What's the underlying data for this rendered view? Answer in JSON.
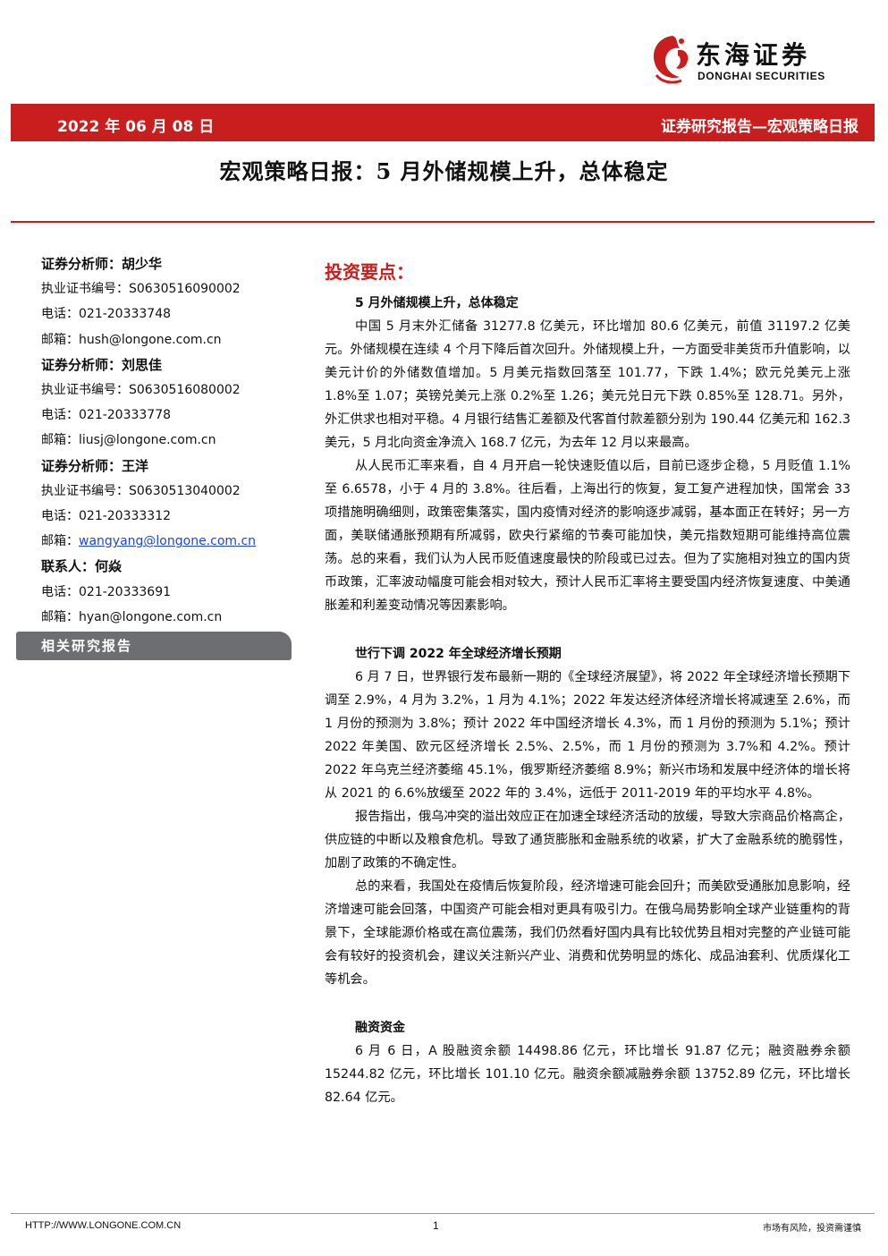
{
  "brand": {
    "name_cn": "东海证券",
    "name_en": "DONGHAI SECURITIES",
    "accent_color": "#c81e1e"
  },
  "header": {
    "date": "2022 年 06 月 08 日",
    "report_type": "证券研究报告—宏观策略日报"
  },
  "title": "宏观策略日报：5 月外储规模上升，总体稳定",
  "sidebar": {
    "analysts": [
      {
        "role": "证券分析师：",
        "name": "胡少华",
        "cert_label": "执业证书编号：",
        "cert": "S0630516090002",
        "phone_label": "电话：",
        "phone": "021-20333748",
        "email_label": "邮箱：",
        "email": "hush@longone.com.cn"
      },
      {
        "role": "证券分析师：",
        "name": "刘思佳",
        "cert_label": "执业证书编号：",
        "cert": "S0630516080002",
        "phone_label": "电话：",
        "phone": "021-20333778",
        "email_label": "邮箱：",
        "email": "liusj@longone.com.cn"
      },
      {
        "role": "证券分析师：",
        "name": "王洋",
        "cert_label": "执业证书编号：",
        "cert": "S0630513040002",
        "phone_label": "电话：",
        "phone": "021-20333312",
        "email_label": "邮箱：",
        "email": "wangyang@longone.com.cn"
      }
    ],
    "contact": {
      "role": "联系人：",
      "name": "何焱",
      "phone_label": "电话：",
      "phone": "021-20333691",
      "email_label": "邮箱：",
      "email": "hyan@longone.com.cn"
    },
    "related_label": "相关研究报告"
  },
  "main": {
    "key_points_heading": "投资要点：",
    "sections": [
      {
        "title": "5 月外储规模上升，总体稳定",
        "paragraphs": [
          "中国 5 月末外汇储备 31277.8 亿美元，环比增加 80.6 亿美元，前值 31197.2 亿美元。外储规模在连续 4 个月下降后首次回升。外储规模上升，一方面受非美货币升值影响，以美元计价的外储数值增加。5 月美元指数回落至 101.77，下跌 1.4%；欧元兑美元上涨 1.8%至 1.07；英镑兑美元上涨 0.2%至 1.26；美元兑日元下跌 0.85%至 128.71。另外，外汇供求也相对平稳。4 月银行结售汇差额及代客首付款差额分别为 190.44 亿美元和 162.3 美元，5 月北向资金净流入 168.7 亿元，为去年 12 月以来最高。",
          "从人民币汇率来看，自 4 月开启一轮快速贬值以后，目前已逐步企稳，5 月贬值 1.1%至 6.6578，小于 4 月的 3.8%。往后看，上海出行的恢复，复工复产进程加快，国常会 33 项措施明确细则，政策密集落实，国内疫情对经济的影响逐步减弱，基本面正在转好；另一方面，美联储通胀预期有所减弱，欧央行紧缩的节奏可能加快，美元指数短期可能维持高位震荡。总的来看，我们认为人民币贬值速度最快的阶段或已过去。但为了实施相对独立的国内货币政策，汇率波动幅度可能会相对较大，预计人民币汇率将主要受国内经济恢复速度、中美通胀差和利差变动情况等因素影响。"
        ]
      },
      {
        "title": "世行下调 2022 年全球经济增长预期",
        "paragraphs": [
          "6 月 7 日，世界银行发布最新一期的《全球经济展望》，将 2022 年全球经济增长预期下调至 2.9%，4 月为 3.2%，1 月为 4.1%；2022 年发达经济体经济增长将减速至 2.6%，而 1 月份的预测为 3.8%；预计 2022 年中国经济增长 4.3%，而 1 月份的预测为 5.1%；预计 2022 年美国、欧元区经济增长 2.5%、2.5%，而 1 月份的预测为 3.7%和 4.2%。预计 2022 年乌克兰经济萎缩 45.1%，俄罗斯经济萎缩 8.9%；新兴市场和发展中经济体的增长将从 2021 的 6.6%放缓至 2022 年的 3.4%，远低于 2011-2019 年的平均水平 4.8%。",
          "报告指出，俄乌冲突的溢出效应正在加速全球经济活动的放缓，导致大宗商品价格高企，供应链的中断以及粮食危机。导致了通货膨胀和金融系统的收紧，扩大了金融系统的脆弱性，加剧了政策的不确定性。",
          "总的来看，我国处在疫情后恢复阶段，经济增速可能会回升；而美欧受通胀加息影响，经济增速可能会回落，中国资产可能会相对更具有吸引力。在俄乌局势影响全球产业链重构的背景下，全球能源价格或在高位震荡，我们仍然看好国内具有比较优势且相对完整的产业链可能会有较好的投资机会，建议关注新兴产业、消费和优势明显的炼化、成品油套利、优质煤化工等机会。"
        ]
      },
      {
        "title": "融资资金",
        "paragraphs": [
          "6 月 6 日，A 股融资余额 14498.86 亿元，环比增长 91.87 亿元；融资融券余额 15244.82 亿元，环比增长 101.10 亿元。融资余额减融券余额 13752.89 亿元，环比增长 82.64 亿元。"
        ]
      }
    ]
  },
  "footer": {
    "url": "HTTP://WWW.LONGONE.COM.CN",
    "page": "1",
    "note": "市场有风险，投资需谨慎"
  }
}
